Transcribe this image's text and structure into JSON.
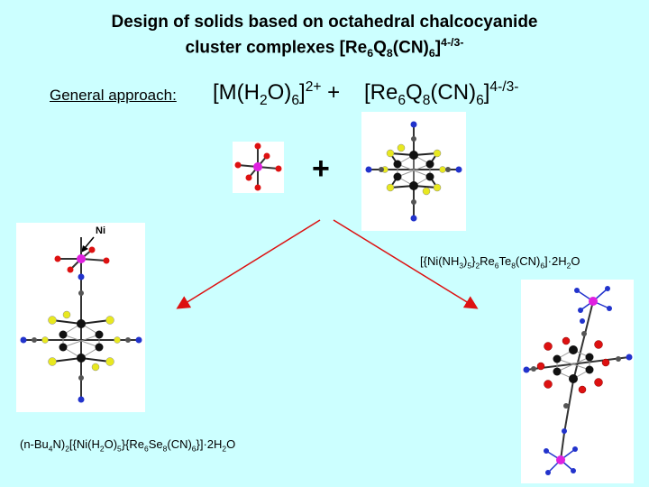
{
  "title_line1": "Design of solids based on octahedral chalcocyanide",
  "title_line2_prefix": "cluster complexes ",
  "general_approach": "General approach:",
  "plus_sign": "+",
  "ni_label": "Ni",
  "colors": {
    "background": "#ccffff",
    "arrow": "#dd1111",
    "metal_Ni": "#e020e0",
    "oxygen": "#dd1111",
    "nitrogen": "#2233cc",
    "chalcogen": "#e8e820",
    "rhenium": "#111111",
    "carbon": "#555555"
  }
}
